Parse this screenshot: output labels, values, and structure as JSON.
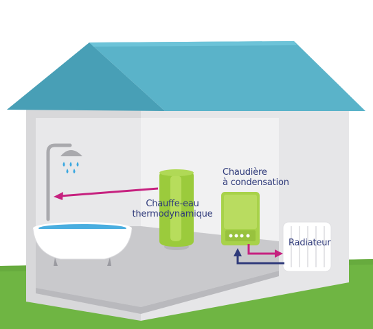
{
  "labels": {
    "water_heater": {
      "line1": "Chauffe-eau",
      "line2": "thermodynamique"
    },
    "boiler": {
      "line1": "Chaudière",
      "line2": "à condensation"
    },
    "radiator": "Radiateur"
  },
  "colors": {
    "sky": "#ffffff",
    "grass": "#6fb543",
    "roof": "#5ab3c9",
    "wall_front": "#e3e3e5",
    "wall_side": "#d6d6d8",
    "floor": "#c9c9cc",
    "water_heater": "#9bcb3c",
    "boiler": "#a8d24a",
    "water": "#4aaee0",
    "arrow_pink": "#c6217f",
    "arrow_navy": "#2f3a7a",
    "label_text": "#2f3a7a"
  },
  "icons": [
    "shower-icon",
    "water-drops-icon",
    "bathtub-icon",
    "water-heater-icon",
    "boiler-icon",
    "radiator-icon"
  ]
}
